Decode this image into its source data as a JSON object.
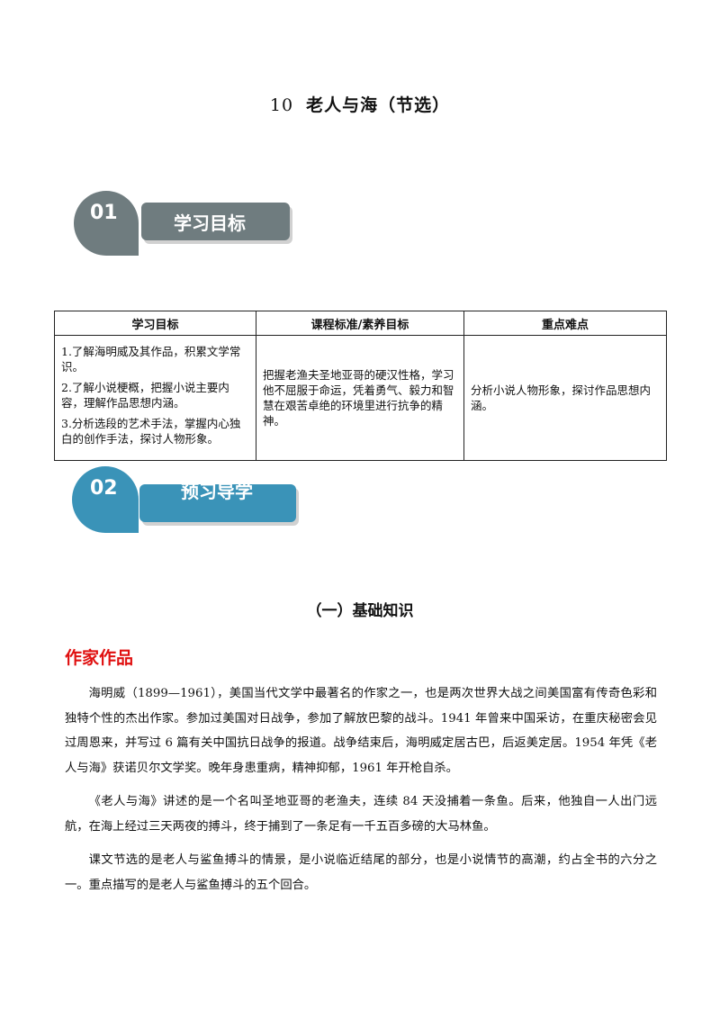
{
  "header": {
    "lesson_number": "10",
    "title": "老人与海（节选）"
  },
  "section1": {
    "number": "01",
    "label": "学习目标",
    "color": "#6f7c7f"
  },
  "section2": {
    "number": "02",
    "label": "预习导学",
    "color": "#3a93b8"
  },
  "goals_table": {
    "headers": [
      "学习目标",
      "课程标准/素养目标",
      "重点难点"
    ],
    "col1_items": [
      "1.了解海明威及其作品，积累文学常识。",
      "2.了解小说梗概，把握小说主要内容，理解作品思想内涵。",
      "3.分析选段的艺术手法，掌握内心独白的创作手法，探讨人物形象。"
    ],
    "col2": "把握老渔夫圣地亚哥的硬汉性格，学习他不屈服于命运，凭着勇气、毅力和智慧在艰苦卓绝的环境里进行抗争的精神。",
    "col3": "分析小说人物形象，探讨作品思想内涵。"
  },
  "basics_heading": "（一）基础知识",
  "author_heading": "作家作品",
  "author_heading_color": "#e01010",
  "paragraphs": [
    "海明威（1899—1961），美国当代文学中最著名的作家之一，也是两次世界大战之间美国富有传奇色彩和独特个性的杰出作家。参加过美国对日战争，参加了解放巴黎的战斗。1941 年曾来中国采访，在重庆秘密会见过周恩来，并写过 6 篇有关中国抗日战争的报道。战争结束后，海明威定居古巴，后返美定居。1954 年凭《老人与海》获诺贝尔文学奖。晚年身患重病，精神抑郁，1961 年开枪自杀。",
    "《老人与海》讲述的是一个名叫圣地亚哥的老渔夫，连续 84 天没捕着一条鱼。后来，他独自一人出门远航，在海上经过三天两夜的搏斗，终于捕到了一条足有一千五百多磅的大马林鱼。",
    "课文节选的是老人与鲨鱼搏斗的情景，是小说临近结尾的部分，也是小说情节的高潮，约占全书的六分之一。重点描写的是老人与鲨鱼搏斗的五个回合。"
  ]
}
